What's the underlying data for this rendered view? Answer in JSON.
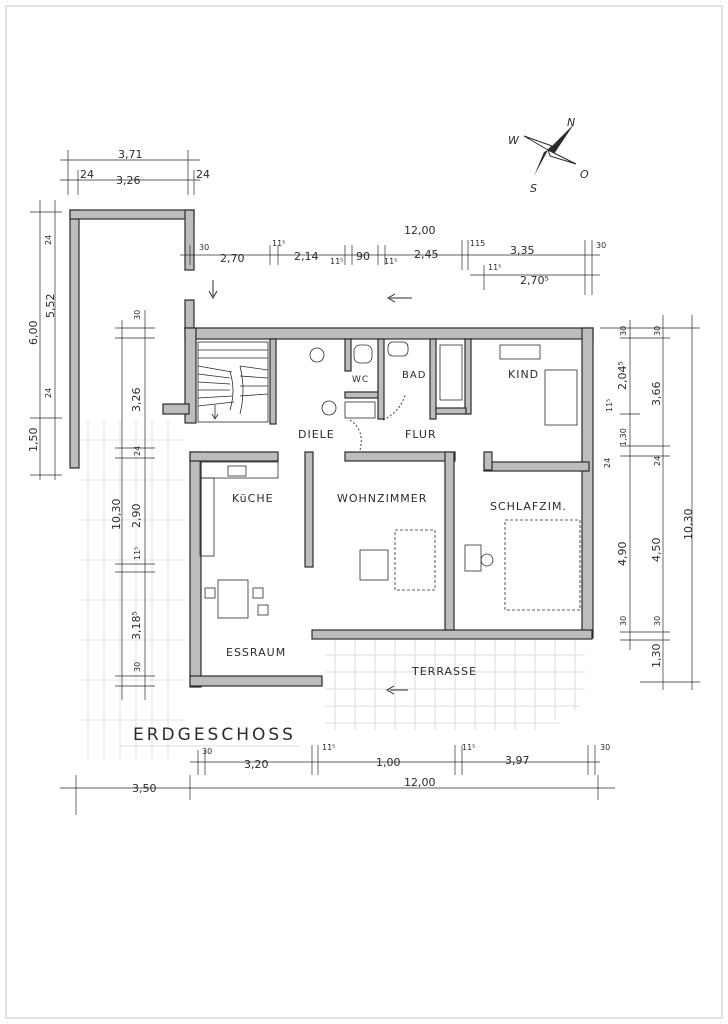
{
  "plan": {
    "title": "ERDGESCHOSS",
    "rooms": {
      "kueche": "KüCHE",
      "essraum": "ESSRAUM",
      "diele": "DIELE",
      "flur": "FLUR",
      "wc": "WC",
      "bad": "BAD",
      "kind": "KIND",
      "wohnzimmer": "WOHNZIMMER",
      "schlafzim": "SCHLAFZIM.",
      "terrasse": "TERRASSE"
    }
  },
  "compass": {
    "n": "N",
    "w": "W",
    "o": "O",
    "s": "S"
  },
  "dimensions": {
    "top_371": "3,71",
    "top_24a": "24",
    "top_326": "3,26",
    "top_24b": "24",
    "top_1200": "12,00",
    "top_30a": "30",
    "top_270": "2,70",
    "top_115a": "11⁵",
    "top_214": "2,14",
    "top_115b": "11⁵",
    "top_90": "90",
    "top_115c": "11⁵",
    "top_245": "2,45",
    "top_115d": "115",
    "top_335": "3,35",
    "top_30b": "30",
    "top_115e": "11⁵",
    "top_2705": "2,70⁵",
    "left_600": "6,00",
    "left_552": "5,52",
    "left_24a": "24",
    "left_24b": "24",
    "left_150": "1,50",
    "left_30a": "30",
    "left_326": "3,26",
    "left_24c": "24",
    "left_1030": "10,30",
    "left_290": "2,90",
    "left_115": "11⁵",
    "left_3185": "3,18⁵",
    "left_30b": "30",
    "right_30a": "30",
    "right_30b": "30",
    "right_2045": "2,04⁵",
    "right_115": "11⁵",
    "right_366": "3,66",
    "right_130": "1,30",
    "right_24a": "24",
    "right_24b": "24",
    "right_1030": "10,30",
    "right_490": "4,90",
    "right_450": "4,50",
    "right_30c": "30",
    "right_30d": "30",
    "right_1305": "1,30",
    "bot_30a": "30",
    "bot_320": "3,20",
    "bot_115a": "11⁵",
    "bot_100": "1,00",
    "bot_115b": "11⁵",
    "bot_397": "3,97",
    "bot_30b": "30",
    "bot_350": "3,50",
    "bot_1200": "12,00"
  },
  "colors": {
    "ink": "#2b2b2b",
    "wall": "#bdbdbd",
    "paper": "#ffffff",
    "grid": "#d6d6d6"
  }
}
